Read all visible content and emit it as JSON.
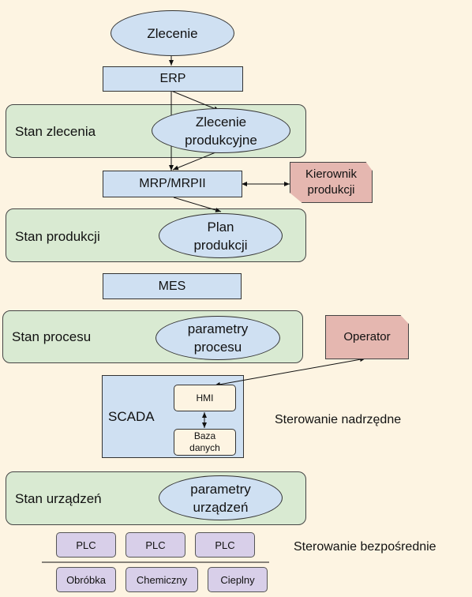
{
  "nodes": {
    "zlecenie": "Zlecenie",
    "erp": "ERP",
    "zlecenie_produkcyjne": "Zlecenie produkcyjne",
    "mrp": "MRP/MRPII",
    "kierownik": "Kierownik produkcji",
    "plan_produkcji": "Plan produkcji",
    "mes": "MES",
    "parametry_procesu": "parametry procesu",
    "operator": "Operator",
    "scada": "SCADA",
    "hmi": "HMI",
    "baza_danych": "Baza danych",
    "parametry_urzadzen": "parametry urządzeń"
  },
  "stages": {
    "stan_zlecenia": "Stan zlecenia",
    "stan_produkcji": "Stan produkcji",
    "stan_procesu": "Stan procesu",
    "stan_urzadzen": "Stan urządzeń"
  },
  "notes": {
    "sterowanie_nadrzedne": "Sterowanie nadrzędne",
    "sterowanie_bezposrednie": "Sterowanie bezpośrednie"
  },
  "plc": [
    "PLC",
    "PLC",
    "PLC"
  ],
  "processes": [
    "Obróbka",
    "Chemiczny",
    "Cieplny"
  ],
  "colors": {
    "background": "#fdf4e2",
    "system_fill": "#cfe0f2",
    "stage_fill": "#d9ead2",
    "role_fill": "#e5b7b0",
    "plc_fill": "#d8cfe9"
  }
}
